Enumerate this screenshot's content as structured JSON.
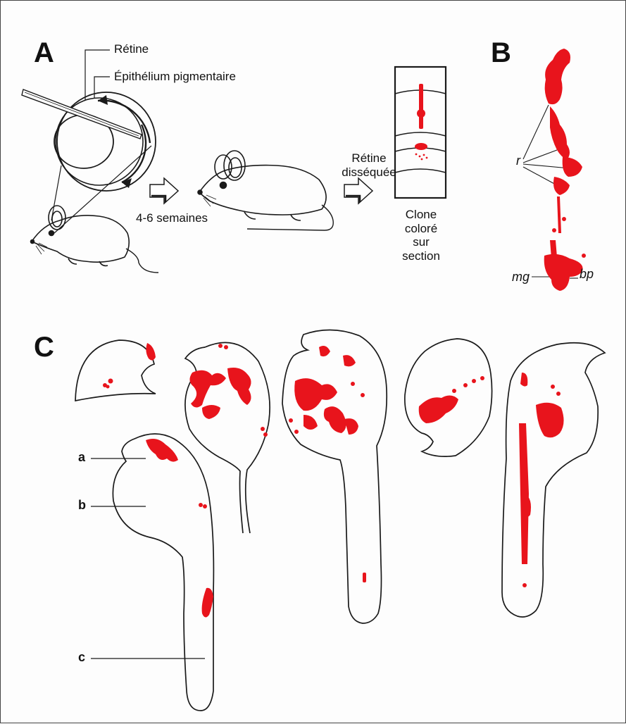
{
  "panels": {
    "a": "A",
    "b": "B",
    "c": "C"
  },
  "panel_a": {
    "retina": "Rétine",
    "rpe": "Épithélium pigmentaire",
    "weeks": "4-6 semaines",
    "dissected": [
      "Rétine",
      "disséquée"
    ],
    "clone": [
      "Clone",
      "coloré",
      "sur",
      "section"
    ]
  },
  "panel_b": {
    "r": "r",
    "mg": "mg",
    "bp": "bp"
  },
  "panel_c": {
    "a": "a",
    "b": "b",
    "c": "c"
  },
  "colors": {
    "stain": "#e8141c",
    "line": "#1a1a1a"
  }
}
